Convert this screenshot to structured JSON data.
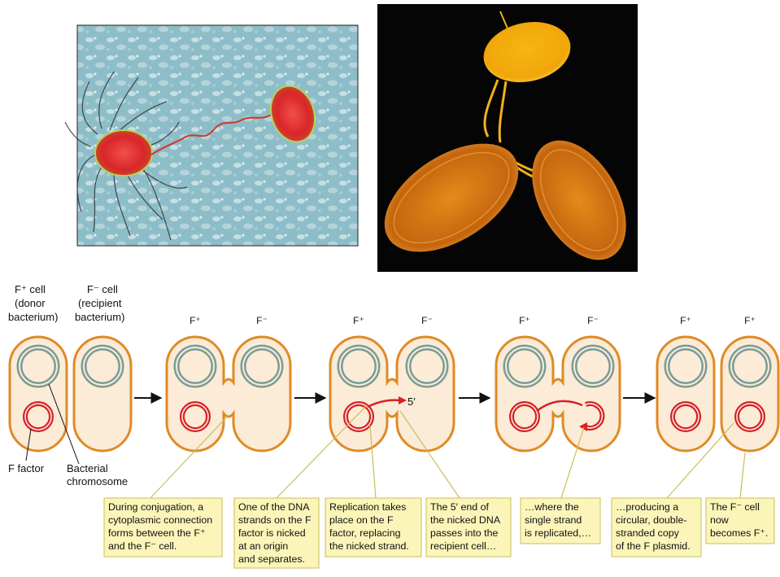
{
  "colors": {
    "cell_fill": "#fbebd7",
    "cell_outline": "#e08a24",
    "chromosome_ring": "#7a9c96",
    "f_factor_ring": "#d6202a",
    "callout_fill": "#fbf5b9",
    "callout_border": "#c9bf5a",
    "micrograph_blue": "#7fb2bf",
    "micrograph_dark": "#050505"
  },
  "labels": {
    "donor": [
      "F⁺ cell",
      "(donor",
      "bacterium)"
    ],
    "recipient": [
      "F⁻ cell",
      "(recipient",
      "bacterium)"
    ],
    "f_factor": "F factor",
    "bacterial_chromosome": [
      "Bacterial",
      "chromosome"
    ],
    "five_prime": "5′",
    "stage2": [
      "F⁺",
      "F⁻"
    ],
    "stage3": [
      "F⁺",
      "F⁻"
    ],
    "stage4": [
      "F⁺",
      "F⁻"
    ],
    "stage5": [
      "F⁺",
      "F⁺"
    ]
  },
  "callouts": [
    {
      "lines": [
        "During conjugation, a",
        "cytoplasmic connection",
        "forms between the F⁺",
        "and the F⁻ cell."
      ]
    },
    {
      "lines": [
        "One of the DNA",
        "strands on the F",
        "factor is nicked",
        "at an origin",
        "and separates."
      ]
    },
    {
      "lines": [
        "Replication takes",
        "place on the F",
        "factor, replacing",
        "the nicked strand."
      ]
    },
    {
      "lines": [
        "The 5′ end of",
        "the nicked DNA",
        "passes into the",
        "recipient cell…"
      ]
    },
    {
      "lines": [
        "…where the",
        "single strand",
        "is replicated,…"
      ]
    },
    {
      "lines": [
        "…producing a",
        "circular, double-",
        "stranded copy",
        "of the F plasmid."
      ]
    },
    {
      "lines": [
        "The F⁻ cell",
        "now",
        "becomes F⁺."
      ]
    }
  ]
}
